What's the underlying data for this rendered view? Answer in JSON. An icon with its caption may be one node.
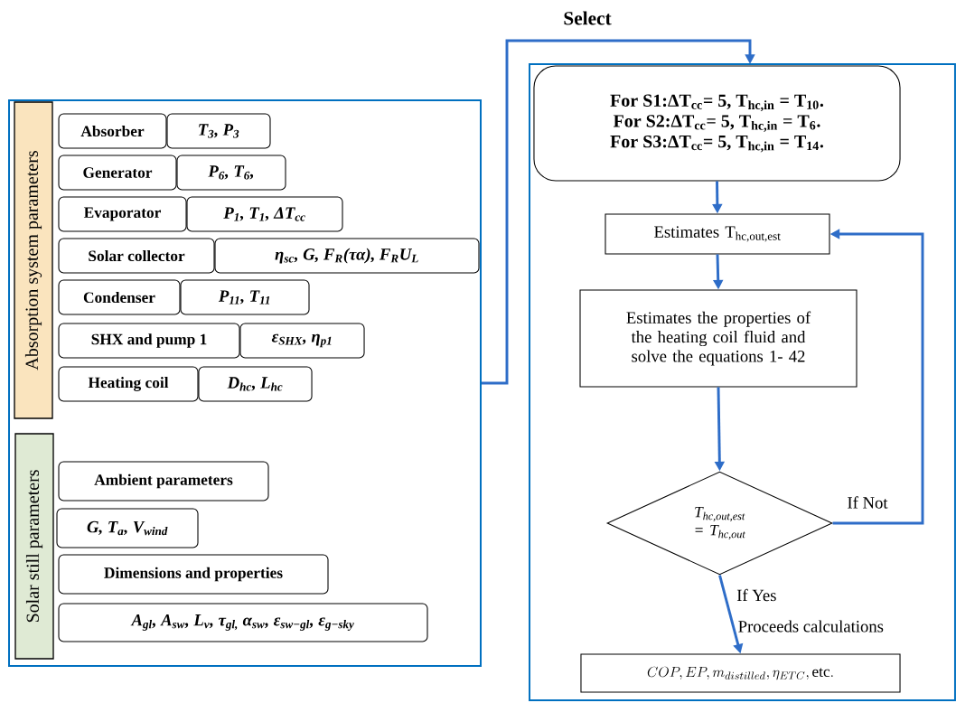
{
  "diagram": {
    "nodes": [
      {
        "text": [],
        "shape": "box"
      },
      {
        "text": [
          "Absorption system parameters"
        ],
        "in": 0
      },
      {
        "text": [
          "Absorber"
        ],
        "in": 0
      },
      {
        "text": [
          "T$_{3}$, P$_{3}$"
        ],
        "in": 0
      },
      {
        "text": [
          "Generator"
        ],
        "in": 0
      },
      {
        "text": [
          "P$_{6}$, T$_{6}$,"
        ],
        "in": 0
      },
      {
        "text": [
          "Evaporator"
        ],
        "in": 0
      },
      {
        "text": [
          "P$_{1}$, T$_{1}$, ΔT$_{cc}$"
        ],
        "in": 0
      },
      {
        "text": [
          "Solar collector"
        ],
        "in": 0
      },
      {
        "text": [
          "η$_{sc}$, G, F$_{R}$(τα), F$_{R}$U$_{L}$"
        ],
        "in": 0
      },
      {
        "text": [
          "Condenser"
        ],
        "in": 0
      },
      {
        "text": [
          "P$_{11}$, T$_{11}$"
        ],
        "in": 0
      },
      {
        "text": [
          "SHX and pump 1"
        ],
        "in": 0
      },
      {
        "text": [
          "ε$_{SHX}$, η$_{p1}$"
        ],
        "in": 0
      },
      {
        "text": [
          "Heating coil"
        ],
        "in": 0
      },
      {
        "text": [
          "D$_{hc}$, L$_{hc}$"
        ],
        "in": 0
      },
      {
        "text": [
          "Solar still parameters"
        ],
        "in": 0
      },
      {
        "text": [
          "Ambient parameters"
        ],
        "in": 0
      },
      {
        "text": [
          "G, T$_{a}$, V$_{wind}$"
        ],
        "in": 0
      },
      {
        "text": [
          "Dimensions and properties"
        ],
        "in": 0
      },
      {
        "text": [
          "A$_{gl}$, A$_{sw}$, L$_{v}$, τ$_{gl,}$ α$_{sw}$, ε$_{sw−gl}$, ε$_{g−sky}$"
        ],
        "in": 0
      },
      {
        "text": [],
        "shape": "box"
      },
      {
        "text": [
          "For S1:ΔT$_{cc}$= 5, T$_{hc,in}$ = T$_{10}$.",
          "For S2:ΔT$_{cc}$= 5, T$_{hc,in}$ = T$_{6}$.",
          "For S3:ΔT$_{cc}$= 5, T$_{hc,in}$ = T$_{14}$."
        ],
        "in": 21
      },
      {
        "text": [
          "Estimates T$_{hc,out,est}$"
        ],
        "in": 21
      },
      {
        "text": [
          "Estimates the properties of the heating coil fluid and solve the equations 1- 42"
        ],
        "in": 21
      },
      {
        "text": [
          "T$_{hc,out,est}$ = T$_{hc,out}$"
        ],
        "in": 21
      },
      {
        "text": [
          "COP, EP, m_{distilled}, \\eta_{ETC}, \\mathrm{etc.}"
        ],
        "in": 21
      }
    ],
    "edges": [
      {
        "from": 0,
        "to": 21,
        "arrow": "to",
        "label": "Select"
      },
      {
        "from": 22,
        "to": 23,
        "arrow": "to"
      },
      {
        "from": 23,
        "to": 24,
        "arrow": "to"
      },
      {
        "from": 24,
        "to": 25,
        "arrow": "to"
      },
      {
        "from": 25,
        "to": 23,
        "arrow": "to",
        "label": "If Not"
      },
      {
        "from": 25,
        "to": 26,
        "arrow": "to",
        "label": "If Yes"
      }
    ],
    "labels": [
      "Proceeds calculations"
    ]
  }
}
